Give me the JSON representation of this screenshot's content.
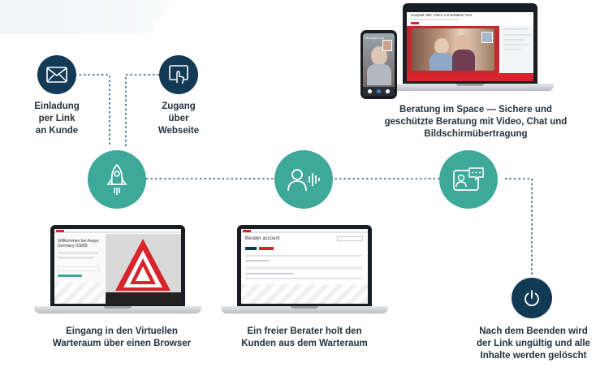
{
  "steps": {
    "invite": {
      "label": [
        "Einladung",
        "per Link",
        "an Kunde"
      ],
      "icon": "envelope-icon"
    },
    "access": {
      "label": [
        "Zugang",
        "über",
        "Webseite"
      ],
      "icon": "touch-screen-icon"
    },
    "entry": {
      "label": [
        "Eingang in den Virtuellen",
        "Warteraum über einen Browser"
      ],
      "icon": "rocket-icon"
    },
    "advisor": {
      "label": [
        "Ein freier Berater holt den",
        "Kunden aus dem Warteraum"
      ],
      "icon": "voice-person-icon"
    },
    "space": {
      "label": [
        "Beratung im Space — Sichere und",
        "geschützte Beratung mit Video, Chat und",
        "Bildschirmübertragung"
      ],
      "icon": "chat-card-icon"
    },
    "end": {
      "label": [
        "Nach dem Beenden wird",
        "der Link ungültig und alle",
        "Inhalte werden gelöscht"
      ],
      "icon": "power-icon"
    }
  },
  "screens": {
    "entry_laptop": {
      "welcome": "Willkommen bei Avaya",
      "welcome2": "Germany GSMB"
    },
    "advisor_laptop": {
      "title": "Berater account"
    },
    "space_laptop": {
      "title": "Hospital ABC Video Consultation Tool"
    },
    "phone": {
      "tag": "Lifecycle Call"
    }
  },
  "colors": {
    "navy": "#133a55",
    "teal": "#3fa999",
    "accent_red": "#d8242b"
  }
}
